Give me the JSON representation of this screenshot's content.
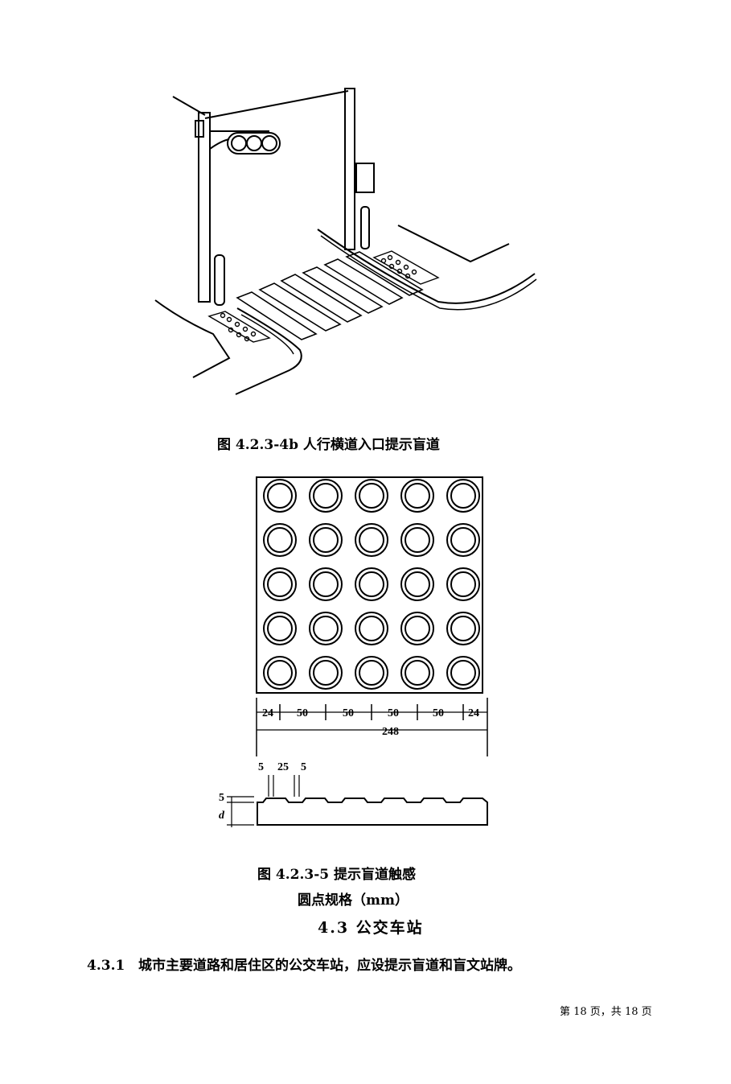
{
  "figures": {
    "intersection": {
      "caption": "图 4.2.3-4b 人行横道入口提示盲道"
    },
    "tile": {
      "caption_line1": "图 4.2.3-5 提示盲道触感",
      "caption_line2": "圆点规格（mm）",
      "dims": {
        "segments": [
          "24",
          "50",
          "50",
          "50",
          "50",
          "24"
        ],
        "total": "248",
        "profile_top": [
          "5",
          "25",
          "5"
        ],
        "profile_side": [
          "5",
          "d"
        ]
      },
      "dot_grid": {
        "rows": 5,
        "cols": 5
      }
    }
  },
  "section": {
    "heading": "4.3 公交车站"
  },
  "clause": {
    "number": "4.3.1",
    "text": "城市主要道路和居住区的公交车站，应设提示盲道和盲文站牌。"
  },
  "footer": {
    "text": "第 18 页，共 18 页"
  }
}
